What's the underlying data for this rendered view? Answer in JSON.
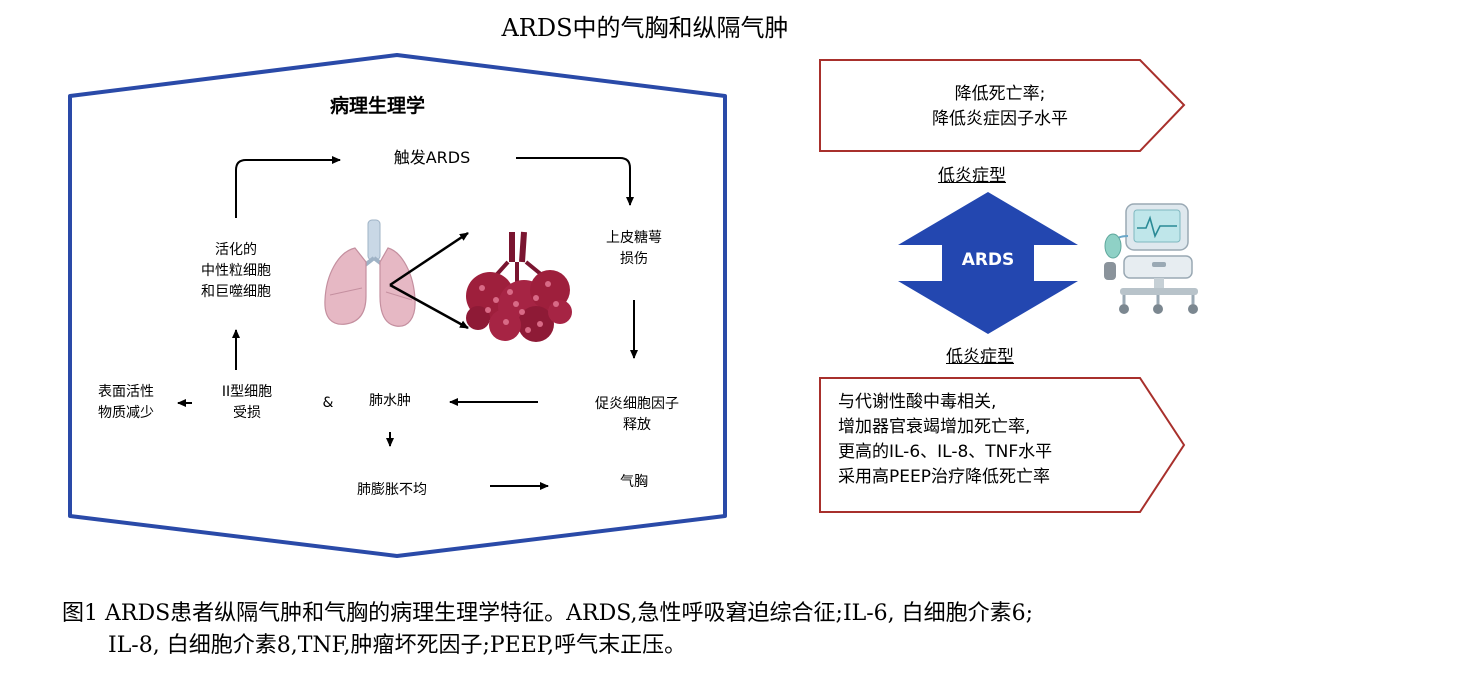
{
  "title": "ARDS中的气胸和纵隔气肿",
  "pathophysiology": {
    "heading": "病理生理学",
    "nodes": {
      "trigger": "触发ARDS",
      "epithelial_1": "上皮糖萼",
      "epithelial_2": "损伤",
      "activated_1": "活化的",
      "activated_2": "中性粒细胞",
      "activated_3": "和巨噬细胞",
      "cytokine_1": "促炎细胞因子",
      "cytokine_2": "释放",
      "type2_1": "II型细胞",
      "type2_2": "受损",
      "ampersand": "&",
      "edema": "肺水肿",
      "surfactant_1": "表面活性",
      "surfactant_2": "物质减少",
      "uneven": "肺膨胀不均",
      "pneumothorax": "气胸"
    }
  },
  "phenotypes": {
    "top_box": [
      "降低死亡率;",
      "降低炎症因子水平"
    ],
    "top_label": "低炎症型",
    "center_label": "ARDS",
    "bottom_label": "低炎症型",
    "bottom_box": [
      "与代谢性酸中毒相关,",
      "增加器官衰竭增加死亡率,",
      "更高的IL-6、IL-8、TNF水平",
      "采用高PEEP治疗降低死亡率"
    ]
  },
  "caption": {
    "line1": "图1 ARDS患者纵隔气肿和气胸的病理生理学特征。ARDS,急性呼吸窘迫综合征;IL-6, 白细胞介素6;",
    "line2": "IL-8, 白细胞介素8,TNF,肿瘤坏死因子;PEEP,呼气末正压。"
  },
  "colors": {
    "hexagon_border": "#2a4aa8",
    "arrow_box_border": "#a8302c",
    "ards_arrow": "#2347b0",
    "lung_pink": "#e6b8c4",
    "alveoli_red": "#9e1f3c"
  },
  "icons": [
    "lungs-icon",
    "alveoli-icon",
    "ventilator-icon"
  ]
}
